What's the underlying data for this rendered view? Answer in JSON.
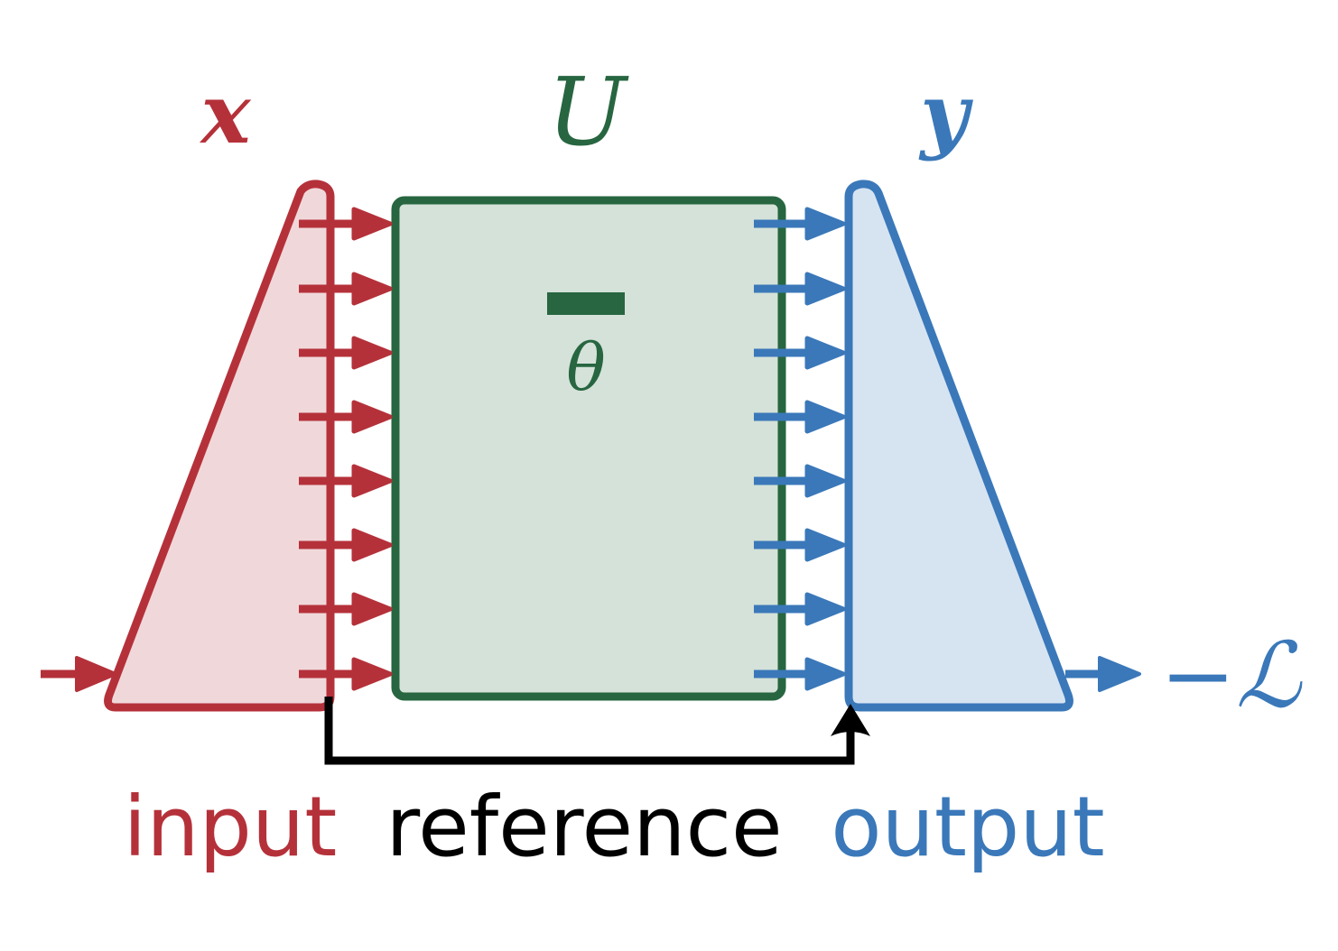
{
  "colors": {
    "input": "#b5313a",
    "input_fill": "#f0d8da",
    "unitary": "#276640",
    "unitary_fill": "#d5e2d9",
    "output": "#3a78b9",
    "output_fill": "#d6e4f2",
    "reference": "#000000"
  },
  "labels": {
    "x": "x",
    "U": "U",
    "y": "y",
    "theta": "θ",
    "loss": "−ℒ",
    "input": "input",
    "reference": "reference",
    "output": "output"
  },
  "wires": {
    "count": 8
  }
}
